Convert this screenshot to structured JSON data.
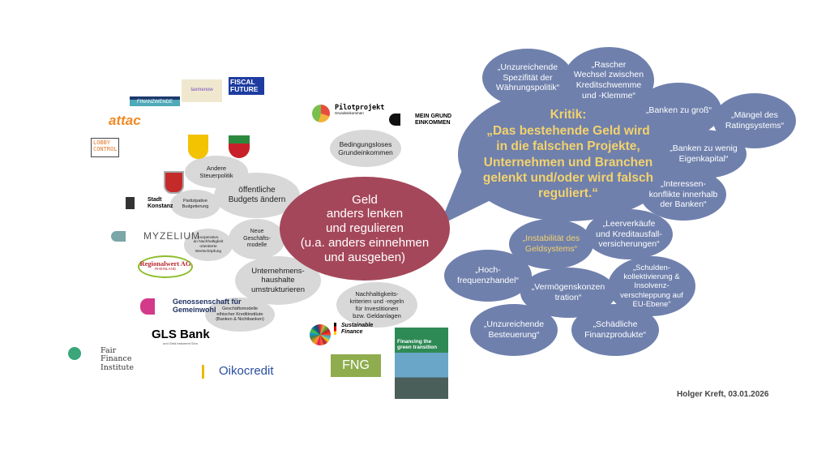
{
  "center": "Geld\nanders lenken\nund regulieren\n(u.a. anders einnehmen\nund ausgeben)",
  "gray": {
    "steuer": "Andere\nSteuerpolitik",
    "budgets": "öffentliche\nBudgets ändern",
    "partizipativ": "Partizipative\nBudgetierung",
    "neue": "Neue\nGeschäfts-\nmodelle",
    "kooperative": "Kooperative,\nan Nachhaltigkeit\norientierte\nWertschöpfung",
    "unternehmen": "Unternehmens-\nhaushalte\numstrukturieren",
    "ethisch": "Geschäftsmodelle\nethischer Kreditinstitute\n(Banken & Nichtbanken)",
    "bge": "Bedingungsloses\nGrundeinkommen",
    "nachhaltig": "Nachhaltigkeits-\nkriterien und -regeln\nfür Investitionen\nbzw. Geldanlagen"
  },
  "kritik": "Kritik:\n„Das bestehende Geld wird\nin die falschen Projekte,\nUnternehmen und Branchen\ngelenkt und/oder wird falsch\nreguliert.“",
  "blue": {
    "spezifitaet": "„Unzureichende\nSpezifität der\nWährungspolitik“",
    "rascher": "„Rascher\nWechsel zwischen\nKreditschwemme\nund -Klemme“",
    "gross": "„Banken zu groß“",
    "rating": "„Mängel des\nRatingsystems“",
    "eigenkapital": "„Banken zu wenig\nEigenkapital“",
    "interessen": "„Interessen-\nkonflikte innerhalb\nder Banken“",
    "leerverkauf": "„Leerverkäufe\nund Kreditausfall-\nversicherungen“",
    "instabil": "„Instabilität des\nGeldsystems“",
    "hochfrequenz": "„Hoch-\nfrequenzhandel“",
    "vermoegen": "„Vermögenskonzen\ntration“",
    "schulden": "„Schulden-\nkollektivierung &\nInsolvenz-\nverschleppung auf\nEU-Ebene“",
    "besteuerung": "„Unzureichende\nBesteuerung“",
    "schaedlich": "„Schädliche\nFinanzprodukte“"
  },
  "logos": {
    "finanzwende": "FINANZWENDE",
    "taxmenow": "taxmenow",
    "fiscal": "FISCAL\nFUTURE",
    "attac": "attac",
    "lobby": "LOBBY\nCONTROL",
    "konstanz": "Stadt\nKonstanz",
    "myzelium": "MYZELIUM",
    "regionalwert": "Regionalwert AG",
    "regionalwert_sub": "RHEINLAND",
    "genossenschaft": "Genossenschaft für\nGemeinwohl",
    "gls": "GLS Bank",
    "gls_sub": "und Geld bekommt Sinn",
    "fair": "Fair\nFinance\nInstitute",
    "oikocredit": "Oikocredit",
    "pilot": "Pilotprojekt",
    "pilot_sub": "Grundeinkommen",
    "meingrund": "MEIN GRUND\nEINKOMMEN",
    "sustainable": "Sustainable\nFinance",
    "fng": "FNG",
    "report": "Financing the\ngreen transition"
  },
  "footer": "Holger Kreft, 03.01.2026",
  "colors": {
    "blue": "#6f80ad",
    "red": "#a5475a",
    "gray": "#d8d8d8",
    "yellow": "#f3d26c"
  }
}
